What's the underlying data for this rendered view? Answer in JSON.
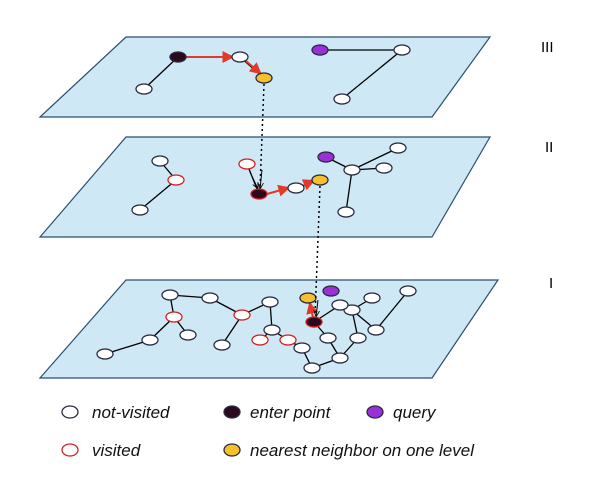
{
  "colors": {
    "plane_fill": "#cfe8f5",
    "plane_stroke": "#2a4f6e",
    "node_fill": "#ffffff",
    "node_stroke": "#2a2a40",
    "visited_stroke": "#d62020",
    "enter_fill": "#2a0a1c",
    "query_fill": "#9b30d8",
    "nearest_fill": "#f6c12d",
    "arrow": "#e23a2a"
  },
  "layers": [
    {
      "id": "III",
      "label": "III"
    },
    {
      "id": "II",
      "label": "II"
    },
    {
      "id": "I",
      "label": "I"
    }
  ],
  "legend": [
    {
      "key": "not-visited",
      "label": "not-visited",
      "icon": "node-not-visited-icon"
    },
    {
      "key": "enter",
      "label": "enter point",
      "icon": "node-enter-point-icon"
    },
    {
      "key": "query",
      "label": "query",
      "icon": "node-query-icon"
    },
    {
      "key": "visited",
      "label": "visited",
      "icon": "node-visited-icon"
    },
    {
      "key": "nearest",
      "label": "nearest neighbor on one level",
      "icon": "node-nearest-icon"
    }
  ]
}
